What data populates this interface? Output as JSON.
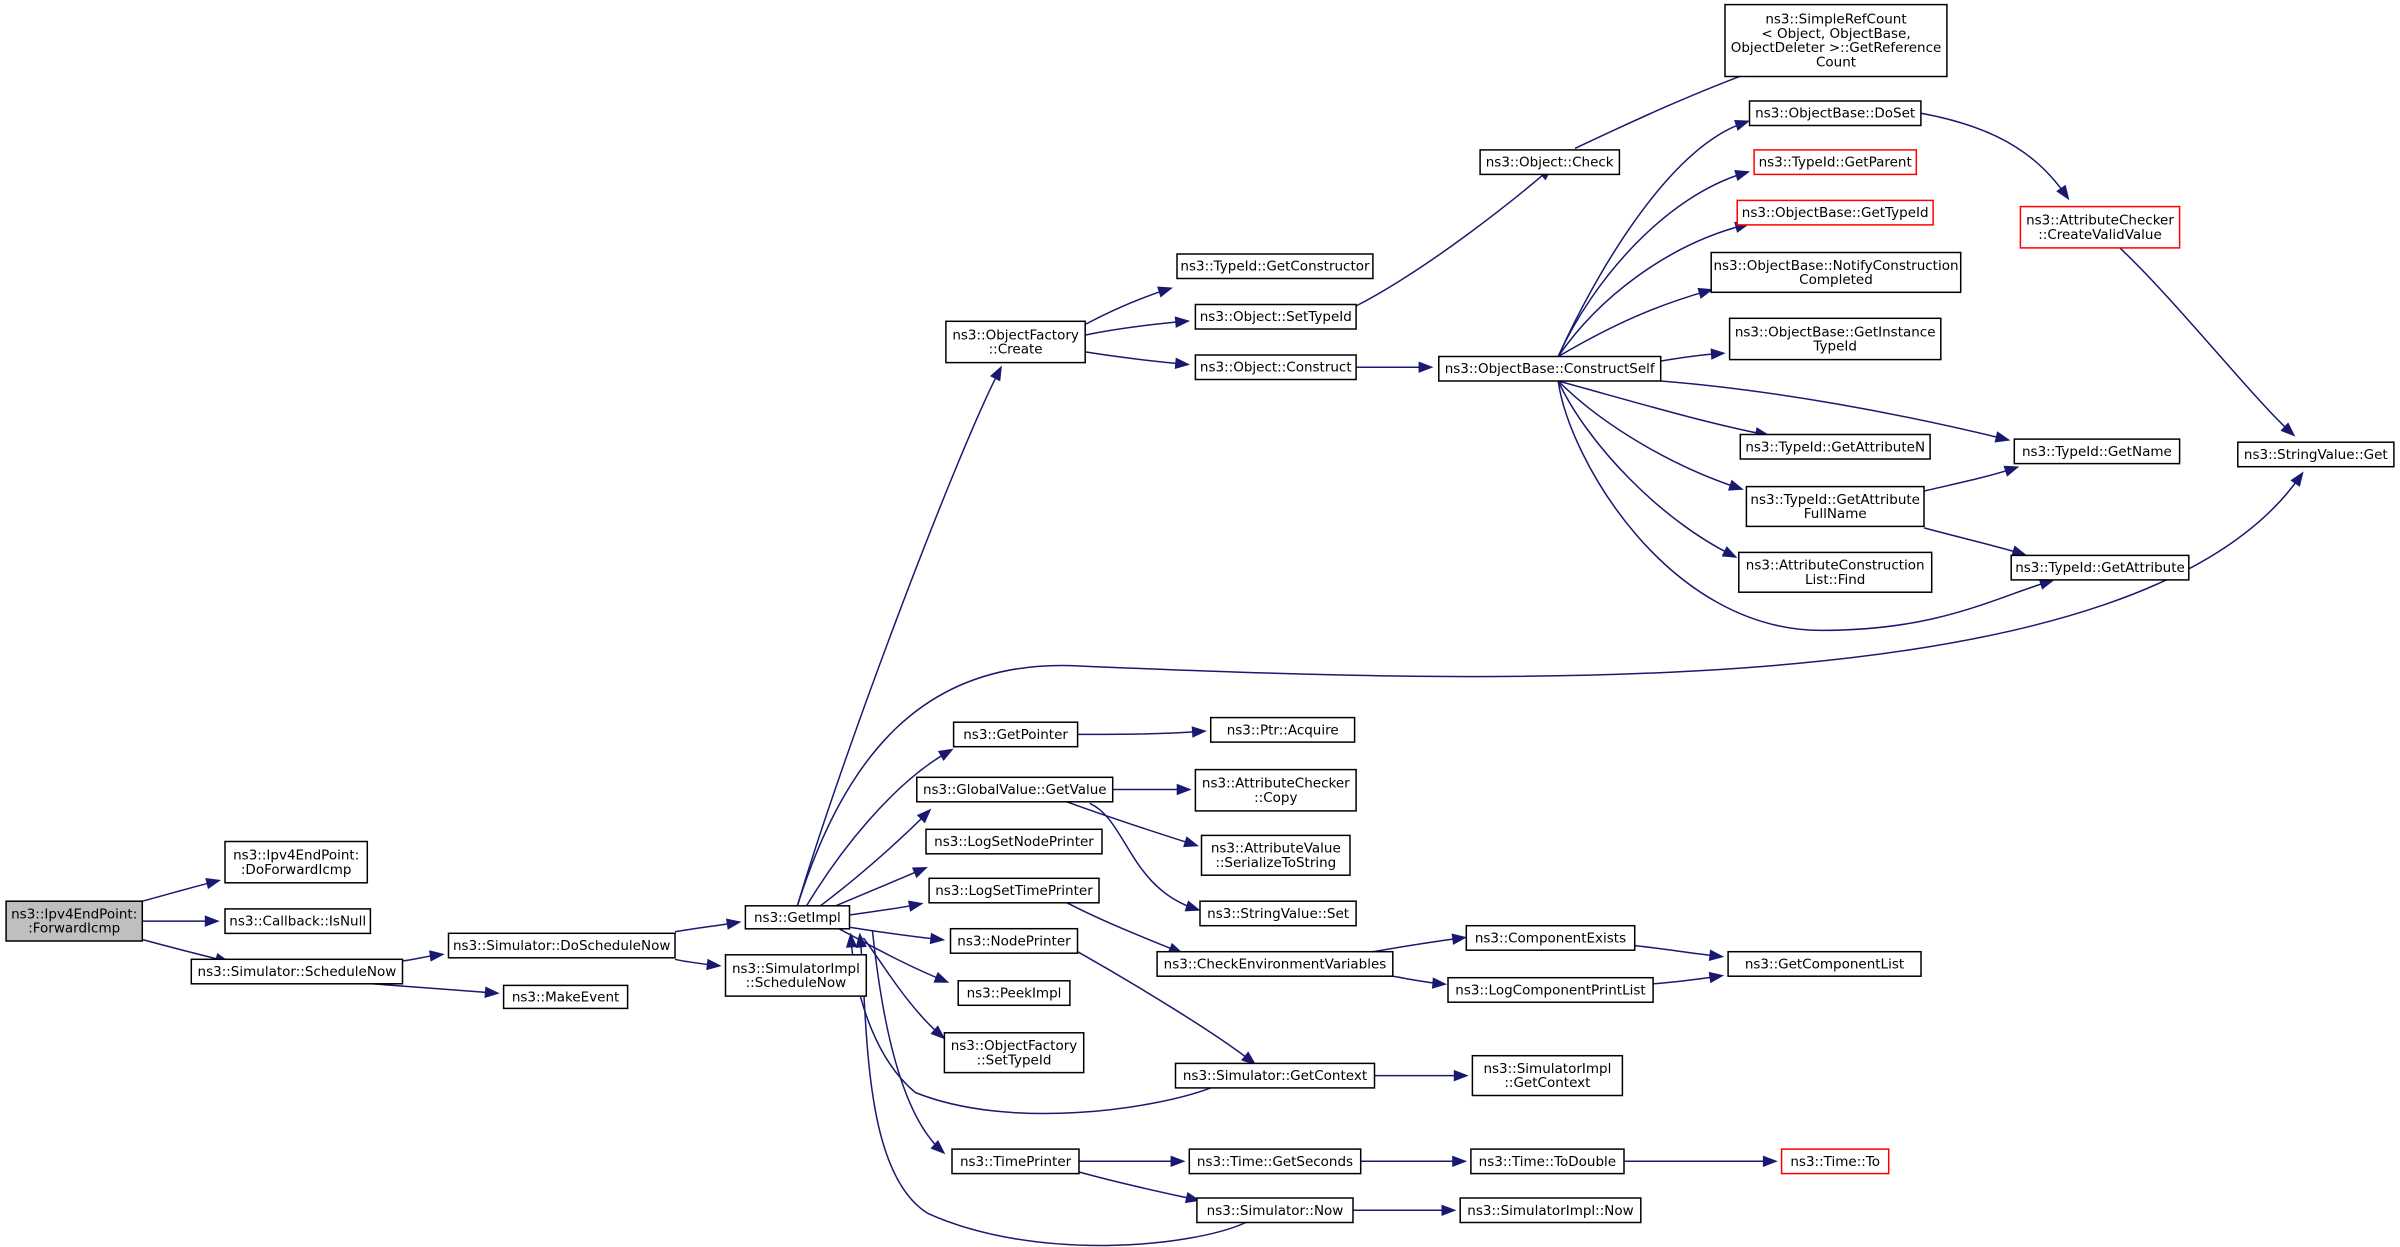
{
  "graph": {
    "root": "forward_icmp",
    "colors": {
      "edge": "#191970",
      "node_border": "#000000",
      "truncated_border": "#ff0000",
      "root_fill": "#bfbfbf"
    },
    "nodes": [
      {
        "id": "forward_icmp",
        "lines": [
          "ns3::Ipv4EndPoint:",
          ":ForwardIcmp"
        ],
        "root": true
      },
      {
        "id": "do_forward_icmp",
        "lines": [
          "ns3::Ipv4EndPoint:",
          ":DoForwardIcmp"
        ]
      },
      {
        "id": "callback_isnull",
        "lines": [
          "ns3::Callback::IsNull"
        ]
      },
      {
        "id": "sim_schedulenow",
        "lines": [
          "ns3::Simulator::ScheduleNow"
        ]
      },
      {
        "id": "sim_doschedulenow",
        "lines": [
          "ns3::Simulator::DoScheduleNow"
        ]
      },
      {
        "id": "makeevent",
        "lines": [
          "ns3::MakeEvent"
        ]
      },
      {
        "id": "getimpl",
        "lines": [
          "ns3::GetImpl"
        ]
      },
      {
        "id": "simimpl_schedulenow",
        "lines": [
          "ns3::SimulatorImpl",
          "::ScheduleNow"
        ]
      },
      {
        "id": "objfactory_create",
        "lines": [
          "ns3::ObjectFactory",
          "::Create"
        ]
      },
      {
        "id": "typeid_getconstructor",
        "lines": [
          "ns3::TypeId::GetConstructor"
        ]
      },
      {
        "id": "object_settypeid",
        "lines": [
          "ns3::Object::SetTypeId"
        ]
      },
      {
        "id": "object_construct",
        "lines": [
          "ns3::Object::Construct"
        ]
      },
      {
        "id": "object_check",
        "lines": [
          "ns3::Object::Check"
        ]
      },
      {
        "id": "simplerefcount",
        "lines": [
          "ns3::SimpleRefCount",
          "< Object, ObjectBase,",
          "ObjectDeleter >::GetReference",
          "Count"
        ]
      },
      {
        "id": "objbase_doset",
        "lines": [
          "ns3::ObjectBase::DoSet"
        ]
      },
      {
        "id": "typeid_getparent",
        "lines": [
          "ns3::TypeId::GetParent"
        ],
        "truncated": true
      },
      {
        "id": "objbase_gettypeid",
        "lines": [
          "ns3::ObjectBase::GetTypeId"
        ],
        "truncated": true
      },
      {
        "id": "objbase_notify",
        "lines": [
          "ns3::ObjectBase::NotifyConstruction",
          "Completed"
        ]
      },
      {
        "id": "objbase_getinstance",
        "lines": [
          "ns3::ObjectBase::GetInstance",
          "TypeId"
        ]
      },
      {
        "id": "objbase_constructself",
        "lines": [
          "ns3::ObjectBase::ConstructSelf"
        ]
      },
      {
        "id": "typeid_getattributen",
        "lines": [
          "ns3::TypeId::GetAttributeN"
        ]
      },
      {
        "id": "typeid_getname",
        "lines": [
          "ns3::TypeId::GetName"
        ]
      },
      {
        "id": "typeid_getattrfullname",
        "lines": [
          "ns3::TypeId::GetAttribute",
          "FullName"
        ]
      },
      {
        "id": "attrconstruction_find",
        "lines": [
          "ns3::AttributeConstruction",
          "List::Find"
        ]
      },
      {
        "id": "typeid_getattribute",
        "lines": [
          "ns3::TypeId::GetAttribute"
        ]
      },
      {
        "id": "attrchecker_createvalid",
        "lines": [
          "ns3::AttributeChecker",
          "::CreateValidValue"
        ],
        "truncated": true
      },
      {
        "id": "stringvalue_get",
        "lines": [
          "ns3::StringValue::Get"
        ]
      },
      {
        "id": "getpointer",
        "lines": [
          "ns3::GetPointer"
        ]
      },
      {
        "id": "ptr_acquire",
        "lines": [
          "ns3::Ptr::Acquire"
        ]
      },
      {
        "id": "globalvalue_getvalue",
        "lines": [
          "ns3::GlobalValue::GetValue"
        ]
      },
      {
        "id": "attrchecker_copy",
        "lines": [
          "ns3::AttributeChecker",
          "::Copy"
        ]
      },
      {
        "id": "attrvalue_serialize",
        "lines": [
          "ns3::AttributeValue",
          "::SerializeToString"
        ]
      },
      {
        "id": "stringvalue_set",
        "lines": [
          "ns3::StringValue::Set"
        ]
      },
      {
        "id": "logsetnodeprinter",
        "lines": [
          "ns3::LogSetNodePrinter"
        ]
      },
      {
        "id": "logsettimeprinter",
        "lines": [
          "ns3::LogSetTimePrinter"
        ]
      },
      {
        "id": "checkenvvars",
        "lines": [
          "ns3::CheckEnvironmentVariables"
        ]
      },
      {
        "id": "componentexists",
        "lines": [
          "ns3::ComponentExists"
        ]
      },
      {
        "id": "logcomponentprintlist",
        "lines": [
          "ns3::LogComponentPrintList"
        ]
      },
      {
        "id": "getcomponentlist",
        "lines": [
          "ns3::GetComponentList"
        ]
      },
      {
        "id": "nodeprinter",
        "lines": [
          "ns3::NodePrinter"
        ]
      },
      {
        "id": "peekimpl",
        "lines": [
          "ns3::PeekImpl"
        ]
      },
      {
        "id": "objfactory_settypeid",
        "lines": [
          "ns3::ObjectFactory",
          "::SetTypeId"
        ]
      },
      {
        "id": "sim_getcontext",
        "lines": [
          "ns3::Simulator::GetContext"
        ]
      },
      {
        "id": "simimpl_getcontext",
        "lines": [
          "ns3::SimulatorImpl",
          "::GetContext"
        ]
      },
      {
        "id": "timeprinter",
        "lines": [
          "ns3::TimePrinter"
        ]
      },
      {
        "id": "time_getseconds",
        "lines": [
          "ns3::Time::GetSeconds"
        ]
      },
      {
        "id": "time_todouble",
        "lines": [
          "ns3::Time::ToDouble"
        ]
      },
      {
        "id": "time_to",
        "lines": [
          "ns3::Time::To"
        ],
        "truncated": true
      },
      {
        "id": "sim_now",
        "lines": [
          "ns3::Simulator::Now"
        ]
      },
      {
        "id": "simimpl_now",
        "lines": [
          "ns3::SimulatorImpl::Now"
        ]
      }
    ]
  }
}
